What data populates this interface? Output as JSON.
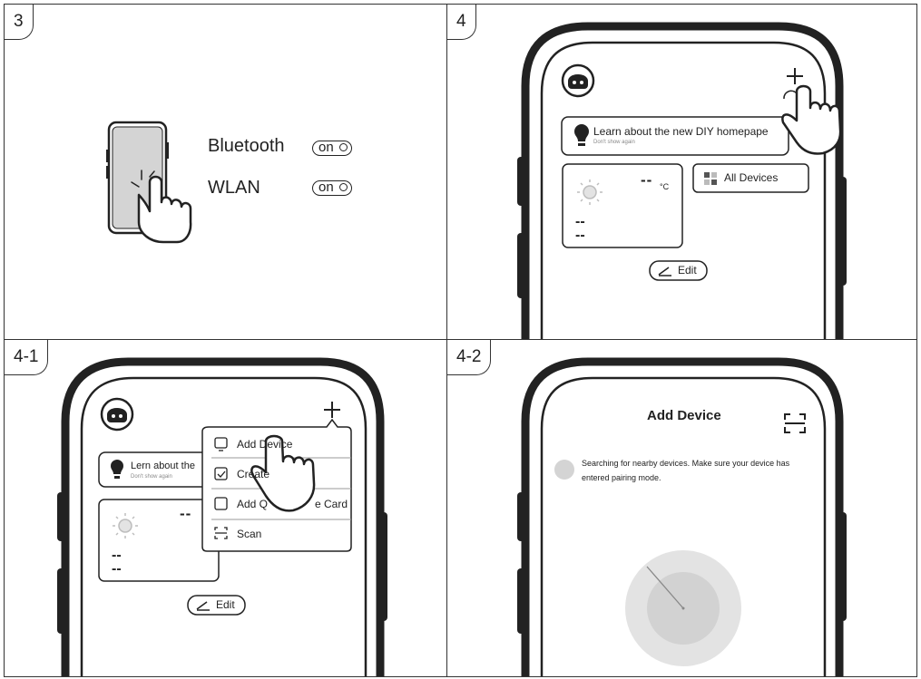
{
  "steps": {
    "s3": "3",
    "s4": "4",
    "s41": "4-1",
    "s42": "4-2"
  },
  "step3": {
    "bluetooth_label": "Bluetooth",
    "wlan_label": "WLAN",
    "bluetooth_state": "on",
    "wlan_state": "on"
  },
  "step4": {
    "banner_title": "Learn about the new DIY homepape",
    "banner_sub": "Don't show again",
    "temperature": "--",
    "temp_unit": "°C",
    "reading_1": "--",
    "reading_2": "--",
    "all_devices": "All Devices",
    "edit": "Edit"
  },
  "step41": {
    "banner_title": "Lern about the",
    "banner_sub": "Don't show again",
    "temperature": "--",
    "reading_1": "--",
    "reading_2": "--",
    "menu": {
      "add_device": "Add Device",
      "create": "Create",
      "add_card_a": "Add Q",
      "add_card_b": "e Card",
      "scan": "Scan"
    },
    "edit": "Edit"
  },
  "step42": {
    "title": "Add Device",
    "search_line1": "Searching for nearby devices. Make sure your device has",
    "search_line2": "entered pairing mode."
  },
  "colors": {
    "line": "#222222",
    "screen_grey": "#d4d4d4",
    "radar_outer": "#e3e3e3",
    "radar_inner": "#d2d2d2"
  }
}
